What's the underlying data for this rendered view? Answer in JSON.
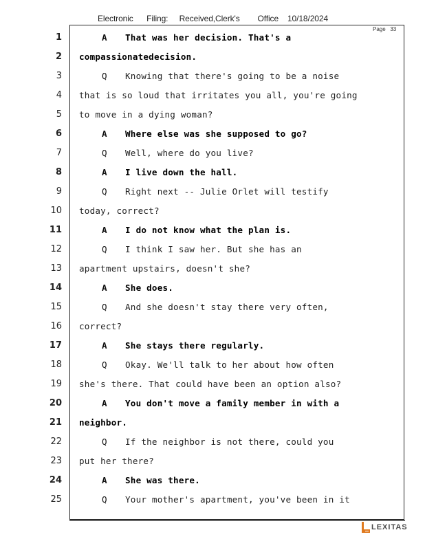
{
  "header": {
    "text": "Electronic      Filing:     Received,Clerk's        Office    10/18/2024"
  },
  "page_label": "Page   33",
  "logo": {
    "text": "LEXITAS",
    "color": "#e07a1f"
  },
  "lines": [
    {
      "n": "1",
      "bold": true,
      "prefix": "A",
      "text": "That was her decision. That's a"
    },
    {
      "n": "2",
      "bold": true,
      "prefix": "",
      "text": "compassionatedecision."
    },
    {
      "n": "3",
      "bold": false,
      "prefix": "Q",
      "text": "Knowing that there's going to be a noise"
    },
    {
      "n": "4",
      "bold": false,
      "prefix": "",
      "text": "that is so loud that irritates you all, you're going"
    },
    {
      "n": "5",
      "bold": false,
      "prefix": "",
      "text": "to move in a dying woman?"
    },
    {
      "n": "6",
      "bold": true,
      "prefix": "A",
      "text": "Where else was she supposed to go?"
    },
    {
      "n": "7",
      "bold": false,
      "prefix": "Q",
      "text": "Well, where do you live?"
    },
    {
      "n": "8",
      "bold": true,
      "prefix": "A",
      "text": "I live down the hall."
    },
    {
      "n": "9",
      "bold": false,
      "prefix": "Q",
      "text": "Right next -- Julie Orlet will testify"
    },
    {
      "n": "10",
      "bold": false,
      "prefix": "",
      "text": "today, correct?"
    },
    {
      "n": "11",
      "bold": true,
      "prefix": "A",
      "text": "I do not know what the plan is."
    },
    {
      "n": "12",
      "bold": false,
      "prefix": "Q",
      "text": "I think I saw her. But she has an"
    },
    {
      "n": "13",
      "bold": false,
      "prefix": "",
      "text": "apartment upstairs, doesn't she?"
    },
    {
      "n": "14",
      "bold": true,
      "prefix": "A",
      "text": "She does."
    },
    {
      "n": "15",
      "bold": false,
      "prefix": "Q",
      "text": "And she doesn't stay there very often,"
    },
    {
      "n": "16",
      "bold": false,
      "prefix": "",
      "text": "correct?"
    },
    {
      "n": "17",
      "bold": true,
      "prefix": "A",
      "text": "She stays there regularly."
    },
    {
      "n": "18",
      "bold": false,
      "prefix": "Q",
      "text": "Okay. We'll talk to her about how often"
    },
    {
      "n": "19",
      "bold": false,
      "prefix": "",
      "text": "she's there. That could have been an option also?"
    },
    {
      "n": "20",
      "bold": true,
      "prefix": "A",
      "text": "You don't move a family member in with a"
    },
    {
      "n": "21",
      "bold": true,
      "prefix": "",
      "text": "neighbor."
    },
    {
      "n": "22",
      "bold": false,
      "prefix": "Q",
      "text": "If the neighbor is not there, could you"
    },
    {
      "n": "23",
      "bold": false,
      "prefix": "",
      "text": "put her there?"
    },
    {
      "n": "24",
      "bold": true,
      "prefix": "A",
      "text": "She was there."
    },
    {
      "n": "25",
      "bold": false,
      "prefix": "Q",
      "text": "Your mother's apartment, you've been in it"
    }
  ]
}
